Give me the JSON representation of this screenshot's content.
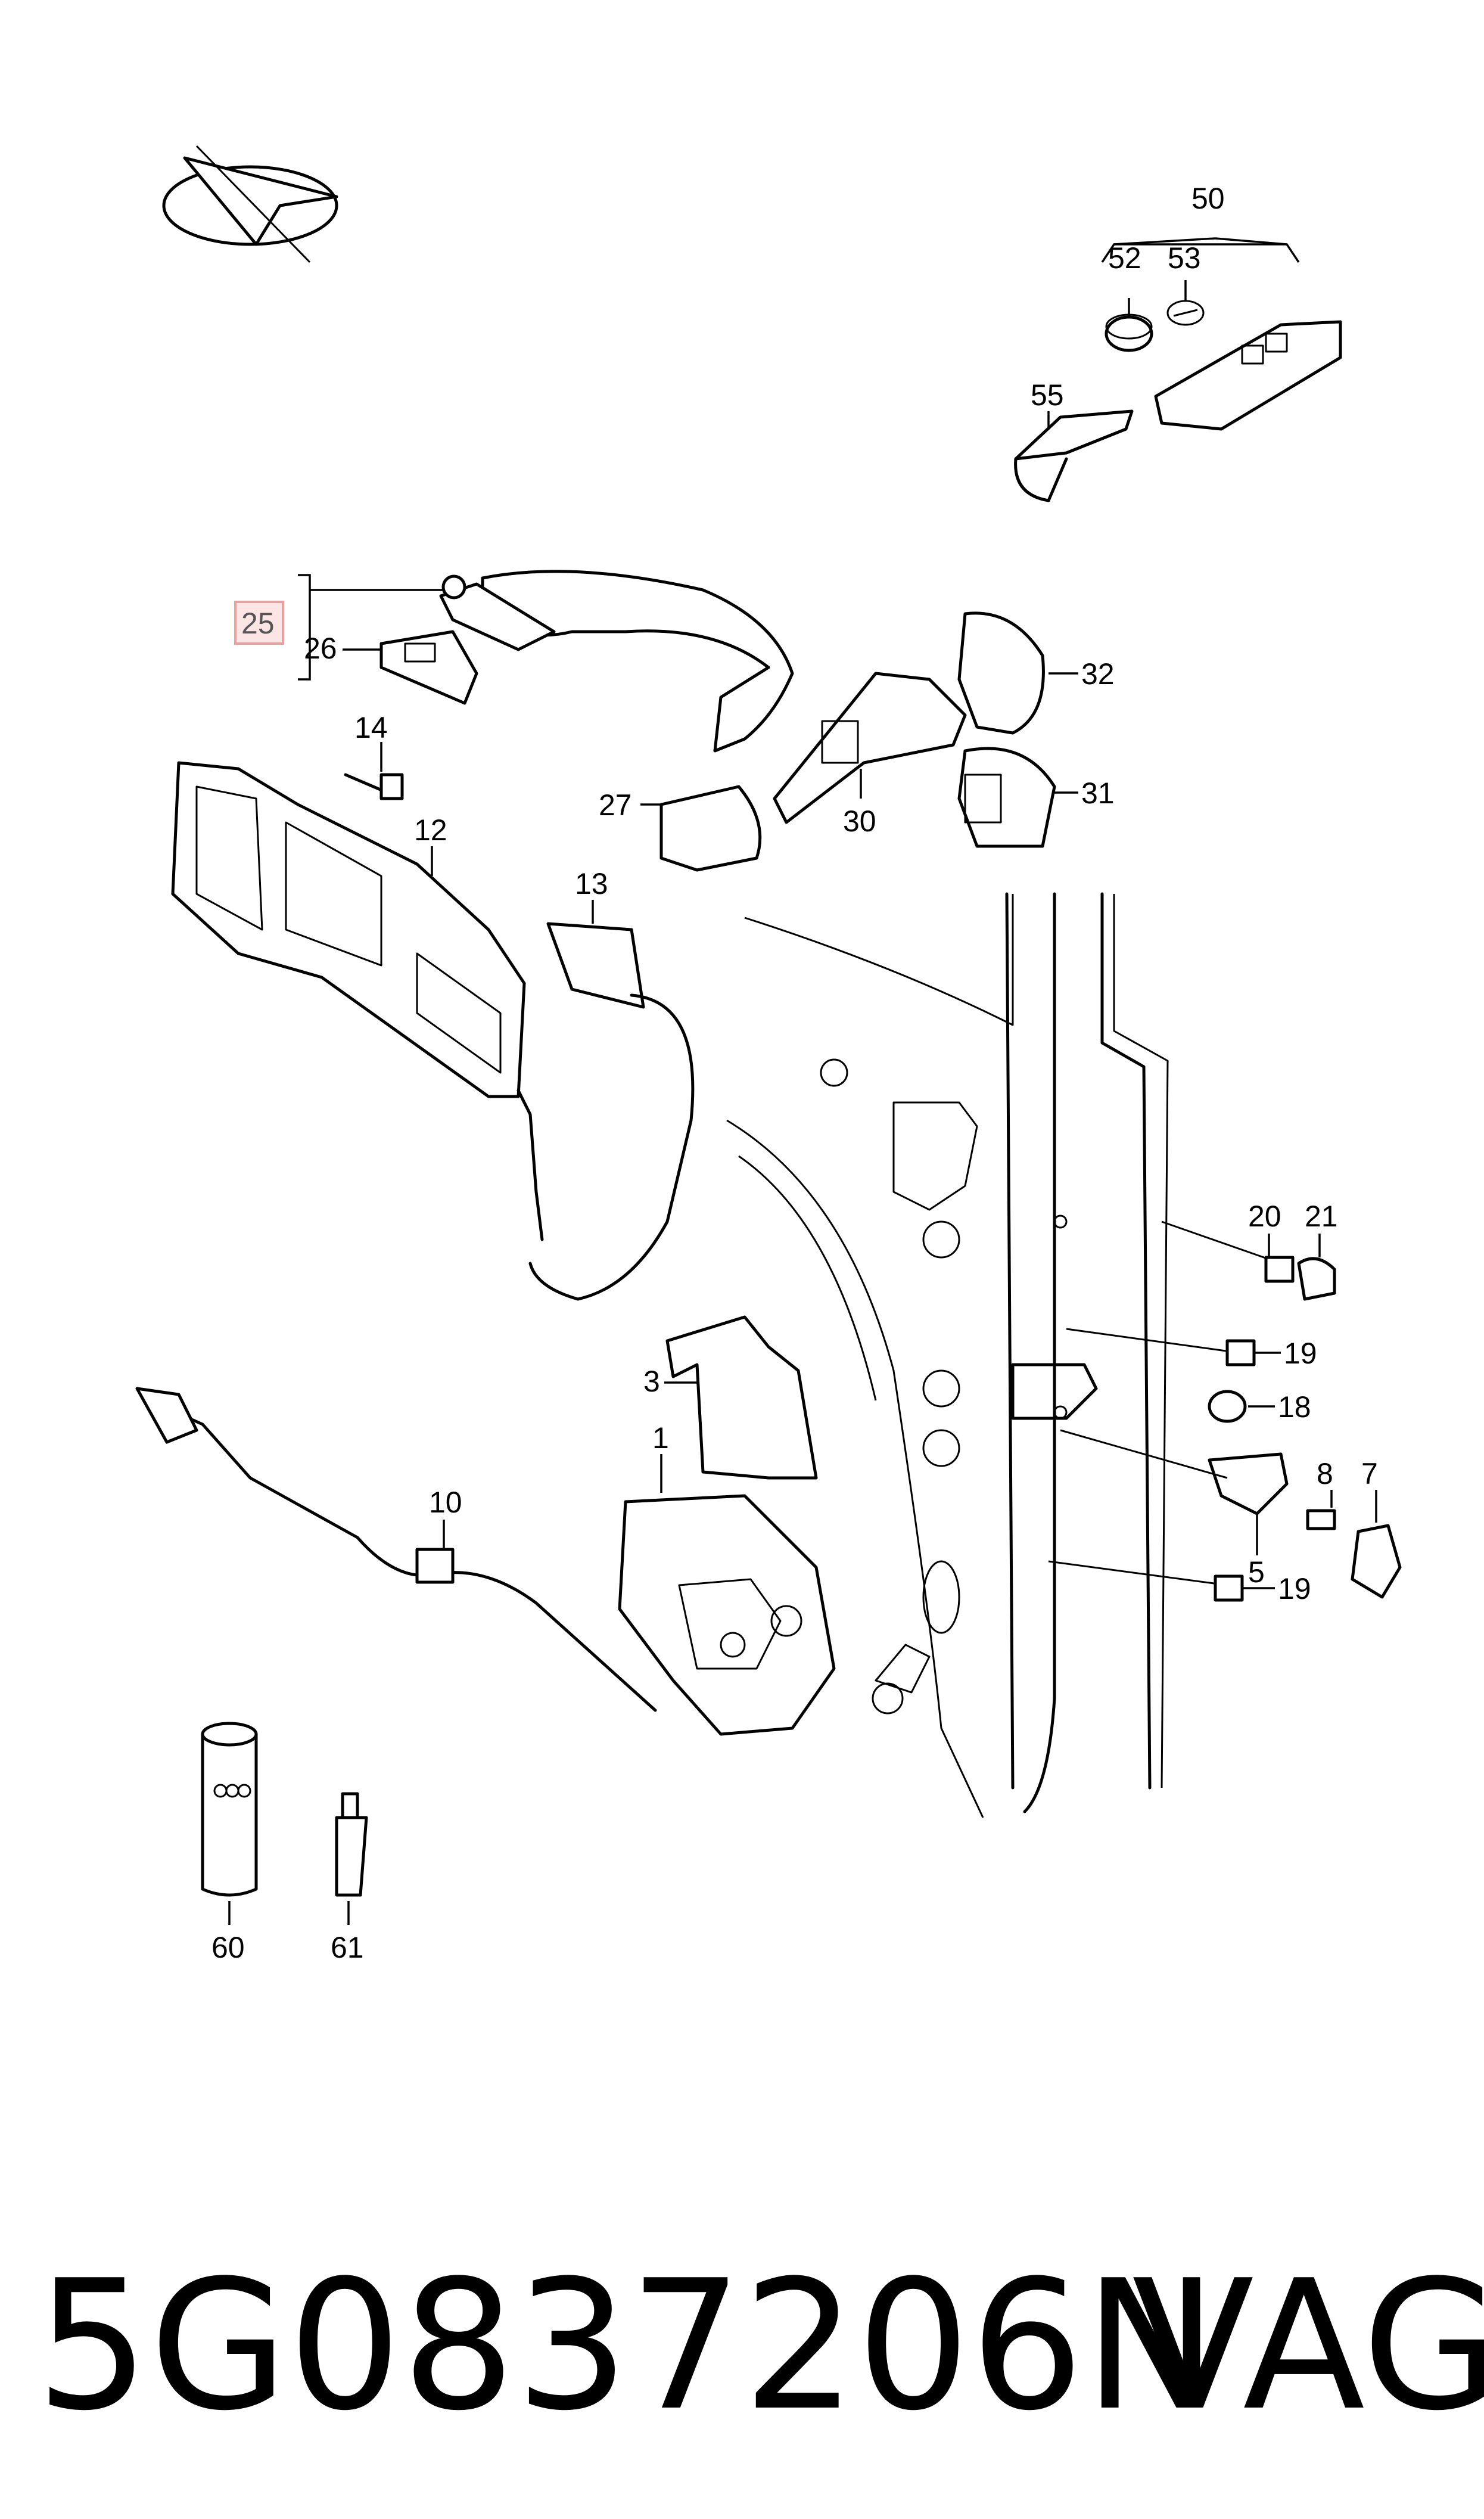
{
  "labels": {
    "l1": "1",
    "l3": "3",
    "l5": "5",
    "l7": "7",
    "l8": "8",
    "l10": "10",
    "l12": "12",
    "l13": "13",
    "l14": "14",
    "l18": "18",
    "l19a": "19",
    "l19b": "19",
    "l20": "20",
    "l21": "21",
    "l25": "25",
    "l26": "26",
    "l27": "27",
    "l30": "30",
    "l31": "31",
    "l32": "32",
    "l50": "50",
    "l52": "52",
    "l53": "53",
    "l55": "55",
    "l60": "60",
    "l61": "61"
  },
  "highlighted_label": "25",
  "highlight_color": "#e8a0a0",
  "footer": {
    "part_number": "5G0837206N",
    "brand": "VAG"
  }
}
